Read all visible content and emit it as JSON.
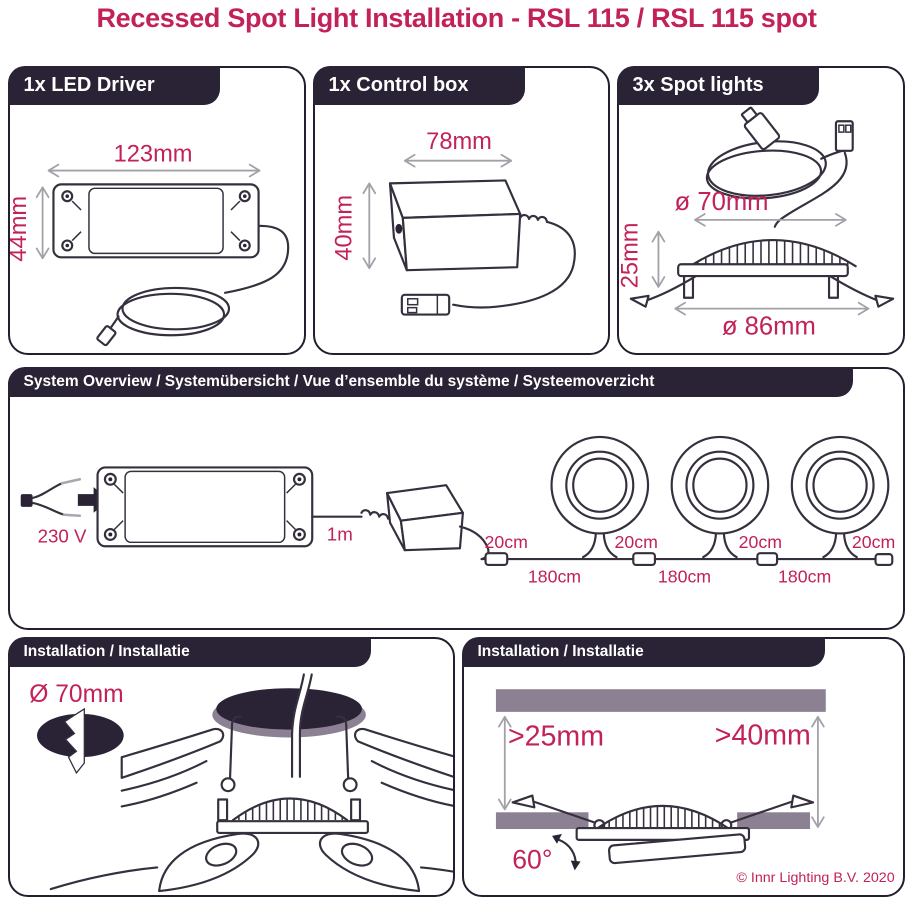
{
  "title": "Recessed Spot Light Installation - RSL 115 / RSL 115 spot",
  "colors": {
    "accent": "#c2215a",
    "dark": "#2a2235",
    "gray": "#8b8192",
    "line": "#36303e",
    "arrow": "#a3a0a8"
  },
  "panels": {
    "led_driver": {
      "header": "1x LED Driver",
      "width_label": "123mm",
      "height_label": "44mm"
    },
    "control_box": {
      "header": "1x Control box",
      "width_label": "78mm",
      "height_label": "40mm"
    },
    "spot_lights": {
      "header": "3x Spot lights",
      "cutout_diameter_label": "ø 70mm",
      "height_label": "25mm",
      "outer_diameter_label": "ø 86mm"
    },
    "system_overview": {
      "header": "System Overview / Systemübersicht / Vue d’ensemble du système / Systeemoverzicht",
      "mains_label": "230 V",
      "driver_cable_label": "1m",
      "spur_labels": [
        "20cm",
        "20cm",
        "20cm",
        "20cm"
      ],
      "run_labels": [
        "180cm",
        "180cm",
        "180cm"
      ]
    },
    "installation_cutout": {
      "header": "Installation / Installatie",
      "hole_diameter_label": "Ø 70mm"
    },
    "installation_clearance": {
      "header": "Installation / Installatie",
      "recess_height_label": ">25mm",
      "recess_depth_label": ">40mm",
      "swivel_angle_label": "60°",
      "copyright": "© Innr Lighting B.V. 2020"
    }
  }
}
